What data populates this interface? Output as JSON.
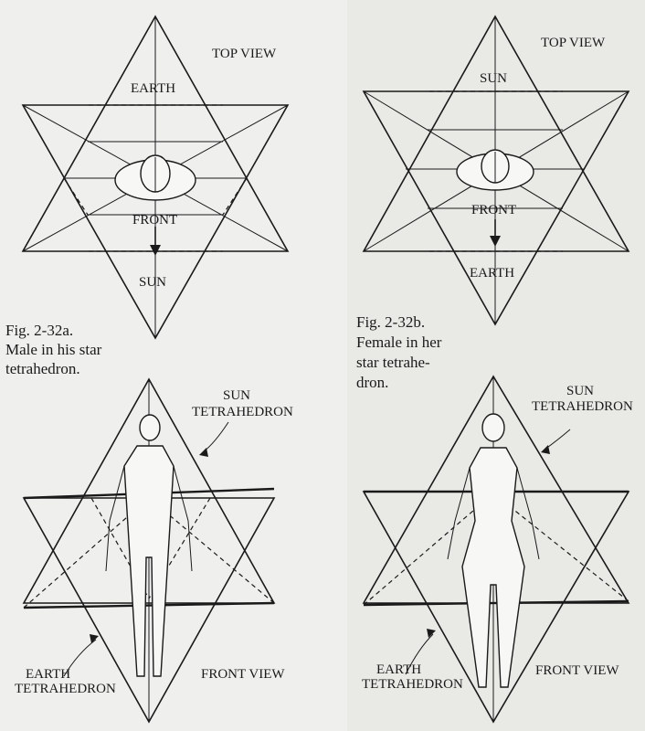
{
  "male": {
    "top_view": "TOP VIEW",
    "top_label": "EARTH",
    "front": "FRONT",
    "bottom_label": "SUN",
    "caption": [
      "Fig.  2-32a.",
      "Male in his star",
      "tetrahedron."
    ],
    "sun_tetra": [
      "SUN",
      "TETRAHEDRON"
    ],
    "earth_tetra": [
      "EARTH",
      "TETRAHEDRON"
    ],
    "front_view": "FRONT VIEW"
  },
  "female": {
    "top_view": "TOP VIEW",
    "top_label": "SUN",
    "front": "FRONT",
    "bottom_label": "EARTH",
    "caption": [
      "Fig.  2-32b.",
      "Female in her",
      "star tetrahe-",
      "dron."
    ],
    "sun_tetra": [
      "SUN",
      "TETRAHEDRON"
    ],
    "earth_tetra": [
      "EARTH",
      "TETRAHEDRON"
    ],
    "front_view": "FRONT VIEW"
  }
}
